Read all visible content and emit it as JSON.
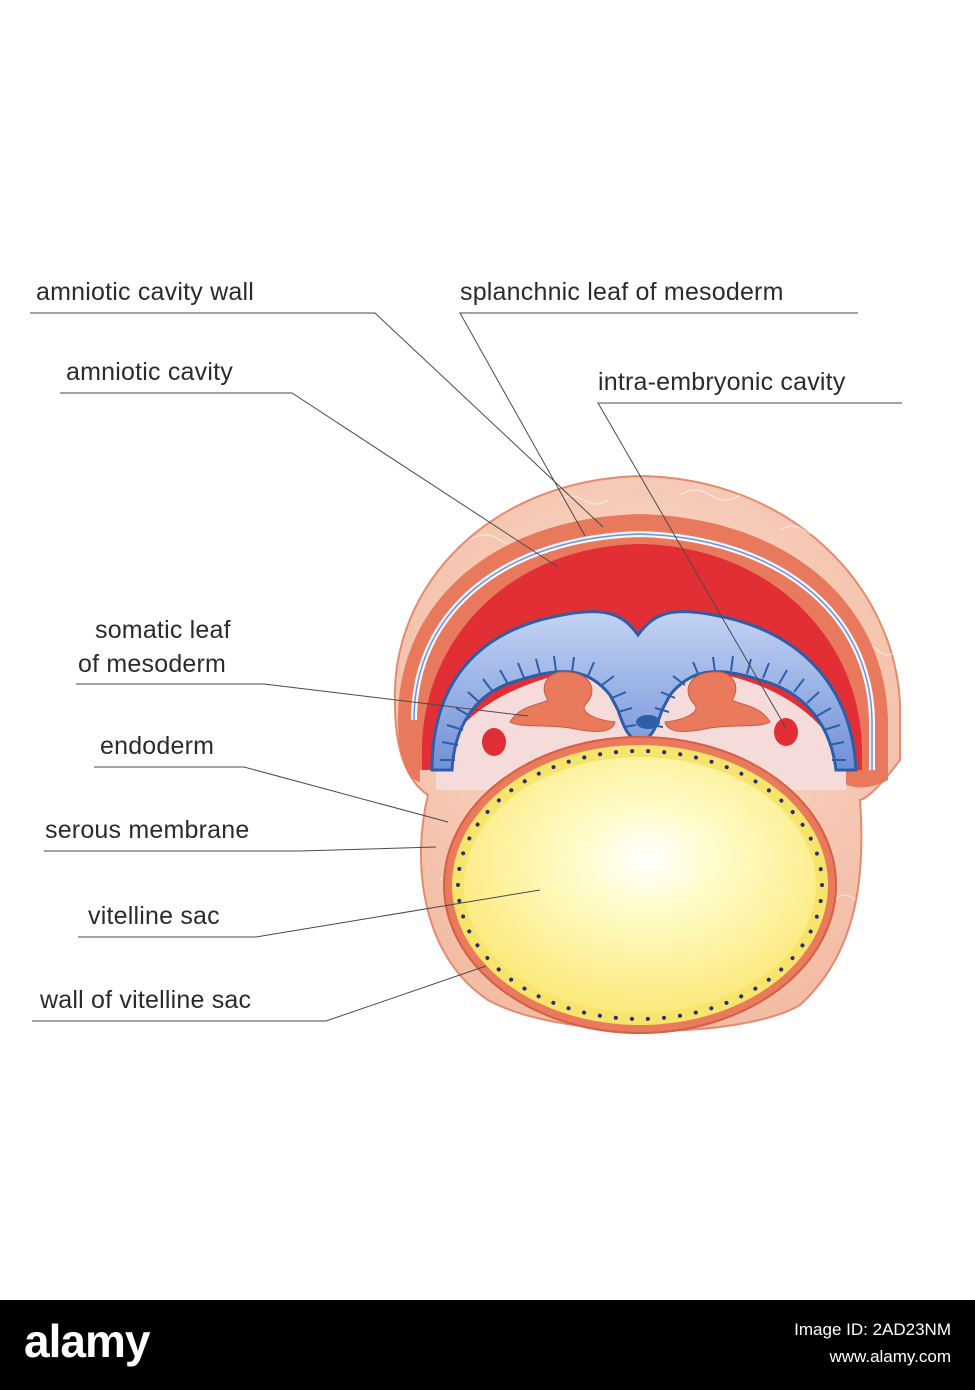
{
  "labels": {
    "amniotic_cavity_wall": "amniotic cavity wall",
    "splanchnic_leaf": "splanchnic leaf of mesoderm",
    "amniotic_cavity": "amniotic cavity",
    "intra_embryonic_cavity": "intra-embryonic cavity",
    "somatic_leaf_line1": "somatic leaf",
    "somatic_leaf_line2": "of mesoderm",
    "endoderm": "endoderm",
    "serous_membrane": "serous membrane",
    "vitelline_sac": "vitelline sac",
    "wall_of_vitelline_sac": "wall of vitelline sac"
  },
  "footer": {
    "brand": "alamy",
    "image_id": "Image ID: 2AD23NM",
    "url": "www.alamy.com"
  },
  "colors": {
    "outer_tissue": "#f6cdb8",
    "serous_layer": "#ea7a62",
    "amniotic_cavity": "#e5383c",
    "neural_plate": "#8aa9e0",
    "neural_cells": "#2d5ea8",
    "yolk": "#fdf38f",
    "yolk_dots": "#2e2a7a"
  }
}
